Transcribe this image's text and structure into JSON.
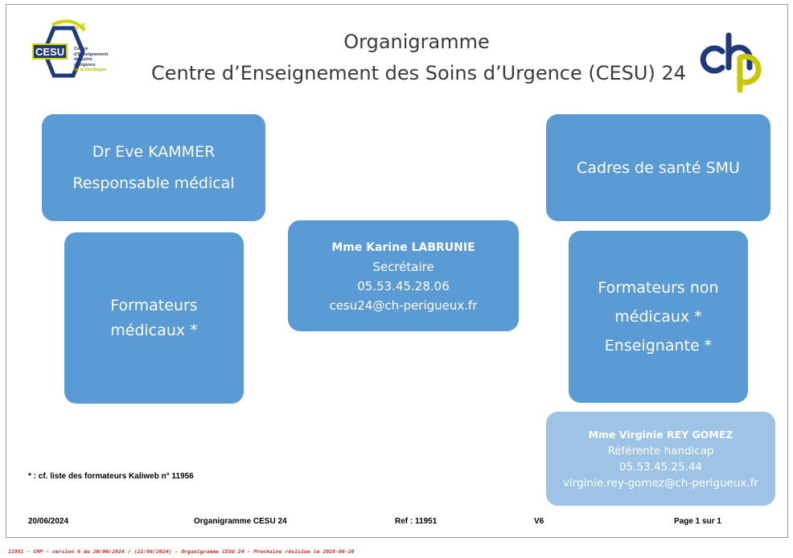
{
  "header": {
    "title_line1": "Organigramme",
    "title_line2": "Centre d’Enseignement des Soins d’Urgence (CESU) 24"
  },
  "logos": {
    "cesu": {
      "badge_text": "CESU",
      "number": "24",
      "lines": [
        "Centre",
        "d'Enseignement",
        "de Soins",
        "d'Urgence",
        "de la Dordogne"
      ],
      "icon": "cesu-hexagon-logo",
      "colors": {
        "navy": "#1f3a7a",
        "yellow": "#d4d400"
      }
    },
    "chp": {
      "icon": "chp-logo",
      "colors": {
        "navy": "#1f3a7a",
        "yellow": "#c8c800"
      }
    }
  },
  "boxes": {
    "kammer": {
      "line1": "Dr Eve KAMMER",
      "line2": "Responsable médical"
    },
    "cadres": {
      "text": "Cadres de santé SMU"
    },
    "formateurs_medicaux": {
      "line1": "Formateurs",
      "line2": "médicaux *"
    },
    "secretaire": {
      "name": "Mme Karine LABRUNIE",
      "role": "Secrétaire",
      "phone": "05.53.45.28.06",
      "email": "cesu24@ch-perigueux.fr"
    },
    "formateurs_non_medicaux": {
      "line1": "Formateurs non",
      "line2": "médicaux *",
      "line3": "Enseignante *"
    },
    "referente": {
      "name": "Mme Virginie REY GOMEZ",
      "role": "Référente handicap",
      "phone": "05.53.45.25.44",
      "email": "virginie.rey-gomez@ch-perigueux.fr"
    }
  },
  "colors": {
    "box_blue": "#5b9bd5",
    "box_light_blue": "#9dc3e6",
    "footer_red": "#e0281e"
  },
  "footnote": "* : cf. liste des formateurs Kaliweb n° 11956",
  "footer": {
    "date": "20/06/2024",
    "doc": "Organigramme CESU 24",
    "ref": "Ref : 11951",
    "version": "V6",
    "page": "Page 1 sur 1"
  },
  "bottom_line": "11951 - CHP - version 6 du 20/06/2024 / (21/06/2024) - Organigramme CESU 24 - Prochaine révision le 2028-06-20"
}
